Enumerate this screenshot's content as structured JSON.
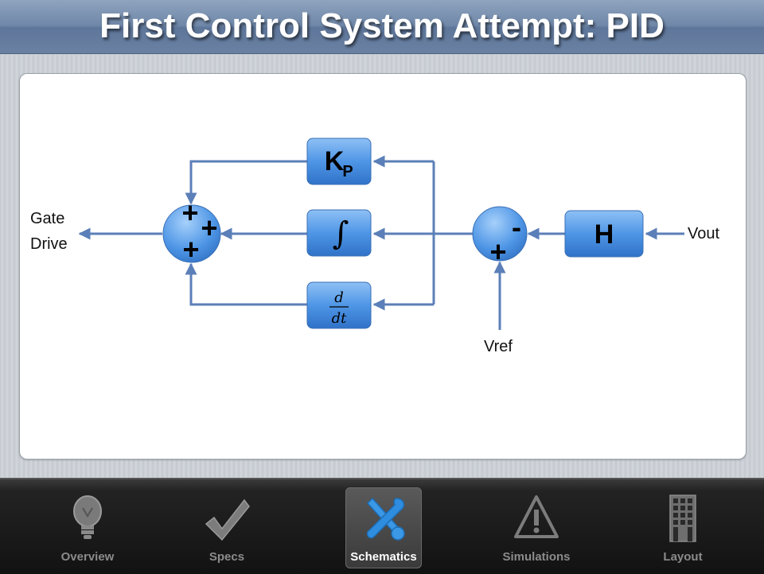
{
  "title": "First Control System Attempt: PID",
  "diagram": {
    "blocks": {
      "kp": "K",
      "kp_sub": "P",
      "integral": "∫",
      "derivative_num": "d",
      "derivative_den": "dt",
      "h": "H"
    },
    "labels": {
      "gate_drive_line1": "Gate",
      "gate_drive_line2": "Drive",
      "vout": "Vout",
      "vref": "Vref"
    },
    "signs": {
      "sum_top": "+",
      "sum_right": "+",
      "sum_bottom": "+",
      "error_minus": "-",
      "error_plus": "+"
    }
  },
  "toolbar": {
    "tabs": [
      {
        "label": "Overview",
        "icon": "lightbulb-icon",
        "active": false
      },
      {
        "label": "Specs",
        "icon": "checkmark-icon",
        "active": false
      },
      {
        "label": "Schematics",
        "icon": "wrench-screwdriver-icon",
        "active": true
      },
      {
        "label": "Simulations",
        "icon": "warning-icon",
        "active": false
      },
      {
        "label": "Layout",
        "icon": "building-icon",
        "active": false
      }
    ]
  },
  "colors": {
    "block_blue": "#4a8fe0",
    "line_blue": "#5b7fb8"
  }
}
